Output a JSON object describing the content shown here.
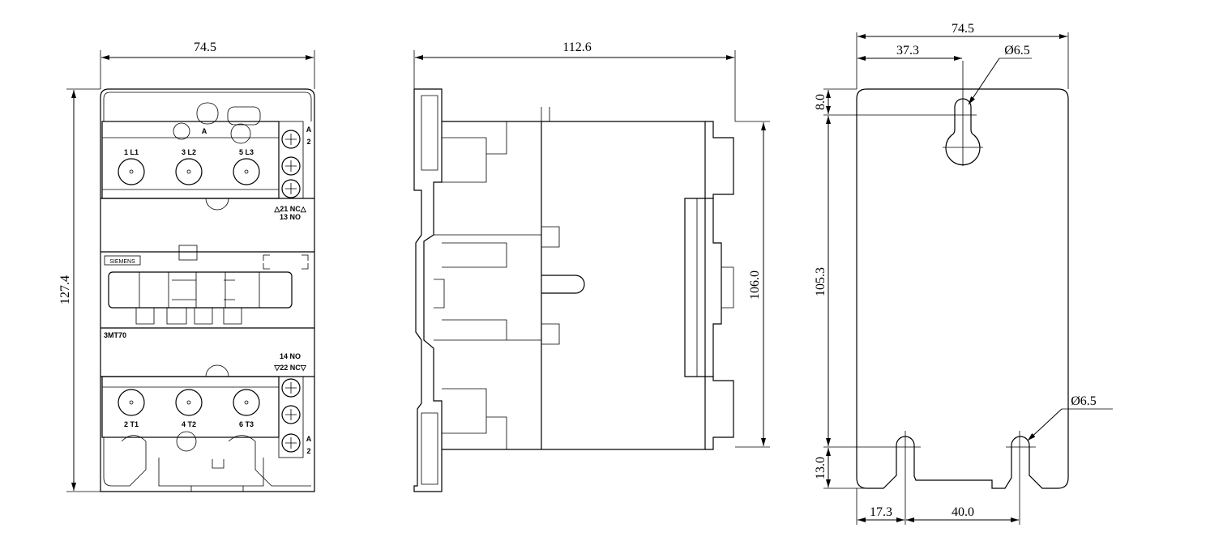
{
  "front_view": {
    "width_dim": "74.5",
    "height_dim": "127.4",
    "terminals_top": [
      "1 L1",
      "3 L2",
      "5 L3"
    ],
    "terminals_bottom": [
      "2 T1",
      "4 T2",
      "6 T3"
    ],
    "coil_top_a": "A",
    "coil_top_num": "2",
    "coil_bottom_a": "A",
    "coil_bottom_num": "2",
    "mid_a": "A",
    "aux_top_line1": "△21 NC△",
    "aux_top_line2": "13 NO",
    "aux_bottom_line1": "14 NO",
    "aux_bottom_line2": "▽22 NC▽",
    "brand": "SIEMENS",
    "model": "3MT70"
  },
  "side_view": {
    "depth_dim": "112.6",
    "height_dim": "106.0"
  },
  "mounting_view": {
    "width_dim": "74.5",
    "hole_offset_dim": "37.3",
    "top_hole_dia": "Ø6.5",
    "top_offset_dim": "8.0",
    "hole_spacing_dim": "105.3",
    "bottom_offset_dim": "13.0",
    "bottom_hole_dia": "Ø6.5",
    "bottom_left_dim": "17.3",
    "bottom_spacing_dim": "40.0"
  }
}
